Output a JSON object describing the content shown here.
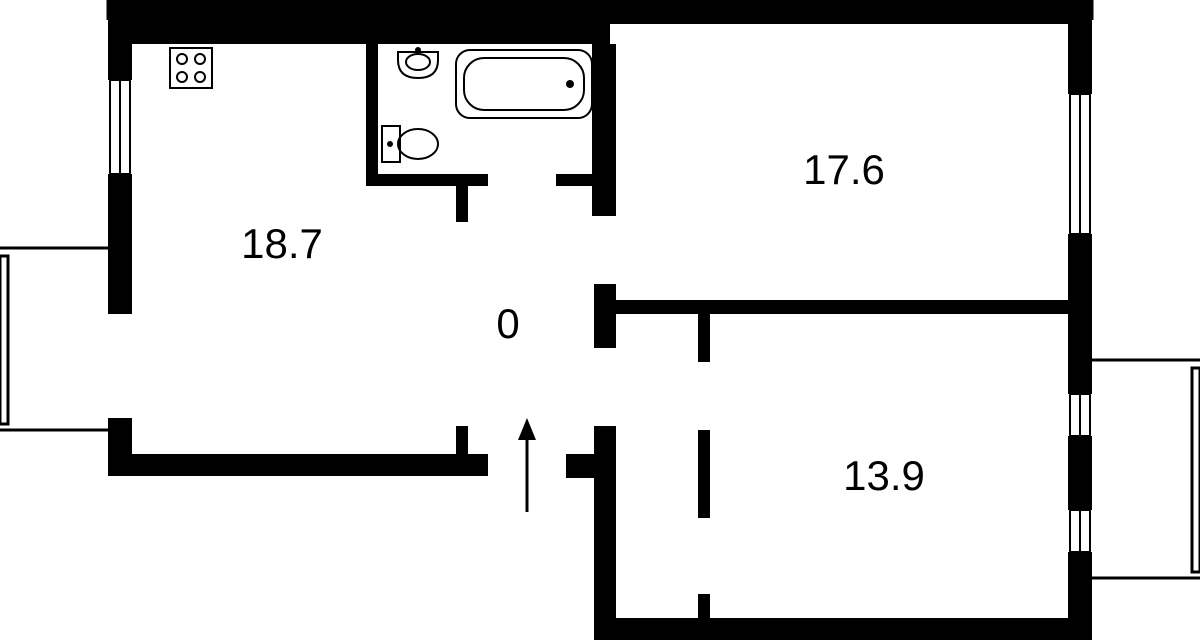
{
  "plan": {
    "rooms": [
      {
        "id": "kitchen",
        "area": "18.7"
      },
      {
        "id": "hall",
        "area": "0"
      },
      {
        "id": "room-upper-right",
        "area": "17.6"
      },
      {
        "id": "room-lower-right",
        "area": "13.9"
      }
    ],
    "fixtures": [
      "stove-icon",
      "sink-icon",
      "bathtub-icon",
      "toilet-icon",
      "entrance-arrow-icon"
    ],
    "colors": {
      "wall": "#000000",
      "background": "#ffffff"
    }
  }
}
